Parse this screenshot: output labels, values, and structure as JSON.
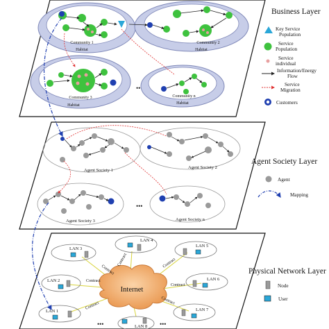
{
  "layers": {
    "business": {
      "title": "Business Layer",
      "communities": [
        "Community 1",
        "Community 2",
        "Community 3",
        "Community n"
      ],
      "habitat": "Habitat",
      "ellipsis": "•••",
      "legend": {
        "key_service_population": [
          "Key Service",
          "Population"
        ],
        "service_population": [
          "Service",
          "Population"
        ],
        "service_individual": [
          "Service",
          "individual"
        ],
        "info_energy_flow": [
          "Information/Energy",
          "Flow"
        ],
        "service_migration": [
          "Service",
          "Migration"
        ],
        "customers": "Customers"
      }
    },
    "agent": {
      "title": "Agent Society Layer",
      "societies": [
        "Agent Society 1",
        "Agent Society 2",
        "Agent Society 3",
        "Agent Society n"
      ],
      "ellipsis": "•••",
      "legend": {
        "agent": "Agent",
        "mapping": "Mapping"
      }
    },
    "physical": {
      "title": "Physical Network Layer",
      "internet": "Internet",
      "lans": [
        "LAN 1",
        "LAN 2",
        "LAN 3",
        "LAN 4",
        "LAN 5",
        "LAN 6",
        "LAN 7",
        "LAN 8"
      ],
      "contract": "Contract",
      "ellipsis": "•••",
      "legend": {
        "node": "Node",
        "user": "User"
      }
    }
  },
  "colors": {
    "key_service": "#2aa7d8",
    "service_population": "#3ec23e",
    "service_individual": "#e8a0a0",
    "habitat_fill": "#c7cde8",
    "agent": "#9a9a9a",
    "cloud": "#f0b070",
    "mapping": "#1f3fb0",
    "migration": "#e03030"
  }
}
